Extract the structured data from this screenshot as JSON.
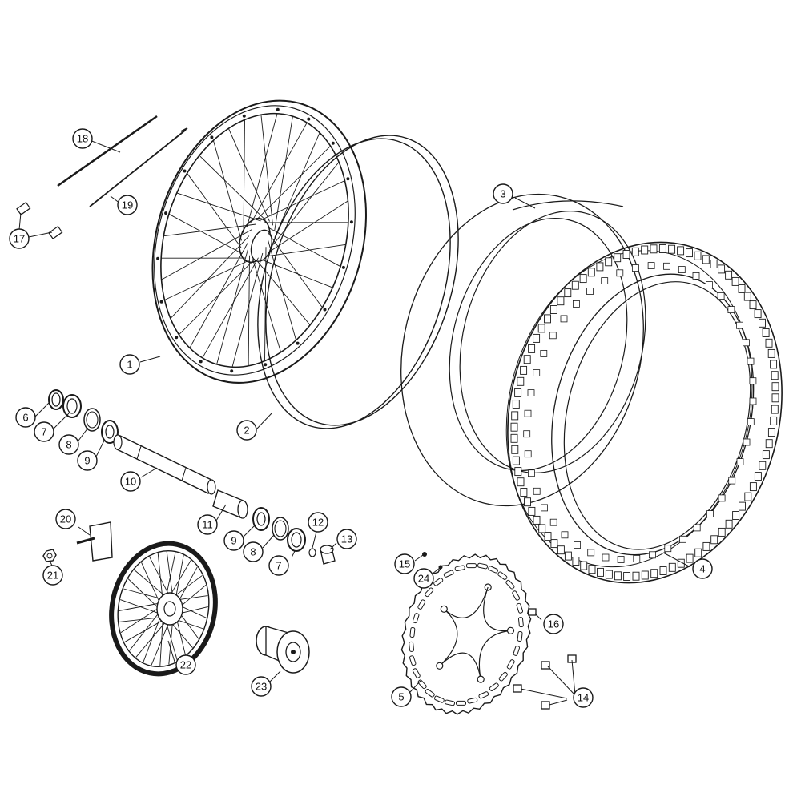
{
  "callouts": [
    {
      "id": "c18",
      "label": "18"
    },
    {
      "id": "c19",
      "label": "19"
    },
    {
      "id": "c17",
      "label": "17"
    },
    {
      "id": "c1",
      "label": "1"
    },
    {
      "id": "c2",
      "label": "2"
    },
    {
      "id": "c3",
      "label": "3"
    },
    {
      "id": "c4",
      "label": "4"
    },
    {
      "id": "c5",
      "label": "5"
    },
    {
      "id": "c6",
      "label": "6"
    },
    {
      "id": "c7a",
      "label": "7"
    },
    {
      "id": "c8a",
      "label": "8"
    },
    {
      "id": "c9a",
      "label": "9"
    },
    {
      "id": "c10",
      "label": "10"
    },
    {
      "id": "c11",
      "label": "11"
    },
    {
      "id": "c9b",
      "label": "9"
    },
    {
      "id": "c8b",
      "label": "8"
    },
    {
      "id": "c7b",
      "label": "7"
    },
    {
      "id": "c12",
      "label": "12"
    },
    {
      "id": "c13",
      "label": "13"
    },
    {
      "id": "c20",
      "label": "20"
    },
    {
      "id": "c21",
      "label": "21"
    },
    {
      "id": "c22",
      "label": "22"
    },
    {
      "id": "c23",
      "label": "23"
    },
    {
      "id": "c15",
      "label": "15"
    },
    {
      "id": "c24",
      "label": "24"
    },
    {
      "id": "c16",
      "label": "16"
    },
    {
      "id": "c14",
      "label": "14"
    }
  ]
}
